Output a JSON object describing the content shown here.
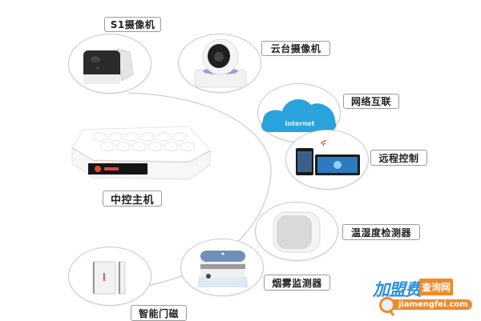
{
  "diagram": {
    "center": {
      "label": "中控主机",
      "icon": "hub-device-icon"
    },
    "nodes": [
      {
        "id": "s1-camera",
        "label": "S1摄像机",
        "icon": "camera-icon"
      },
      {
        "id": "ptz-camera",
        "label": "云台摄像机",
        "icon": "ptz-camera-icon"
      },
      {
        "id": "internet",
        "label": "网络互联",
        "icon": "cloud-icon",
        "image_text": "Internet"
      },
      {
        "id": "remote-control",
        "label": "远程控制",
        "icon": "phone-tablet-icon"
      },
      {
        "id": "temp-humidity",
        "label": "温湿度检测器",
        "icon": "sensor-icon"
      },
      {
        "id": "smoke-detector",
        "label": "烟雾监测器",
        "icon": "smoke-detector-icon"
      },
      {
        "id": "door-sensor",
        "label": "智能门磁",
        "icon": "door-sensor-icon"
      }
    ]
  },
  "watermark": {
    "brand": "加盟费",
    "tag": "查询网",
    "url": "jiamengfei.com"
  },
  "colors": {
    "accent_orange": "#f08a2a",
    "brand_blue": "#2f8fe0",
    "cloud_blue": "#2aa3dc",
    "border_gray": "#c9c9c9"
  }
}
